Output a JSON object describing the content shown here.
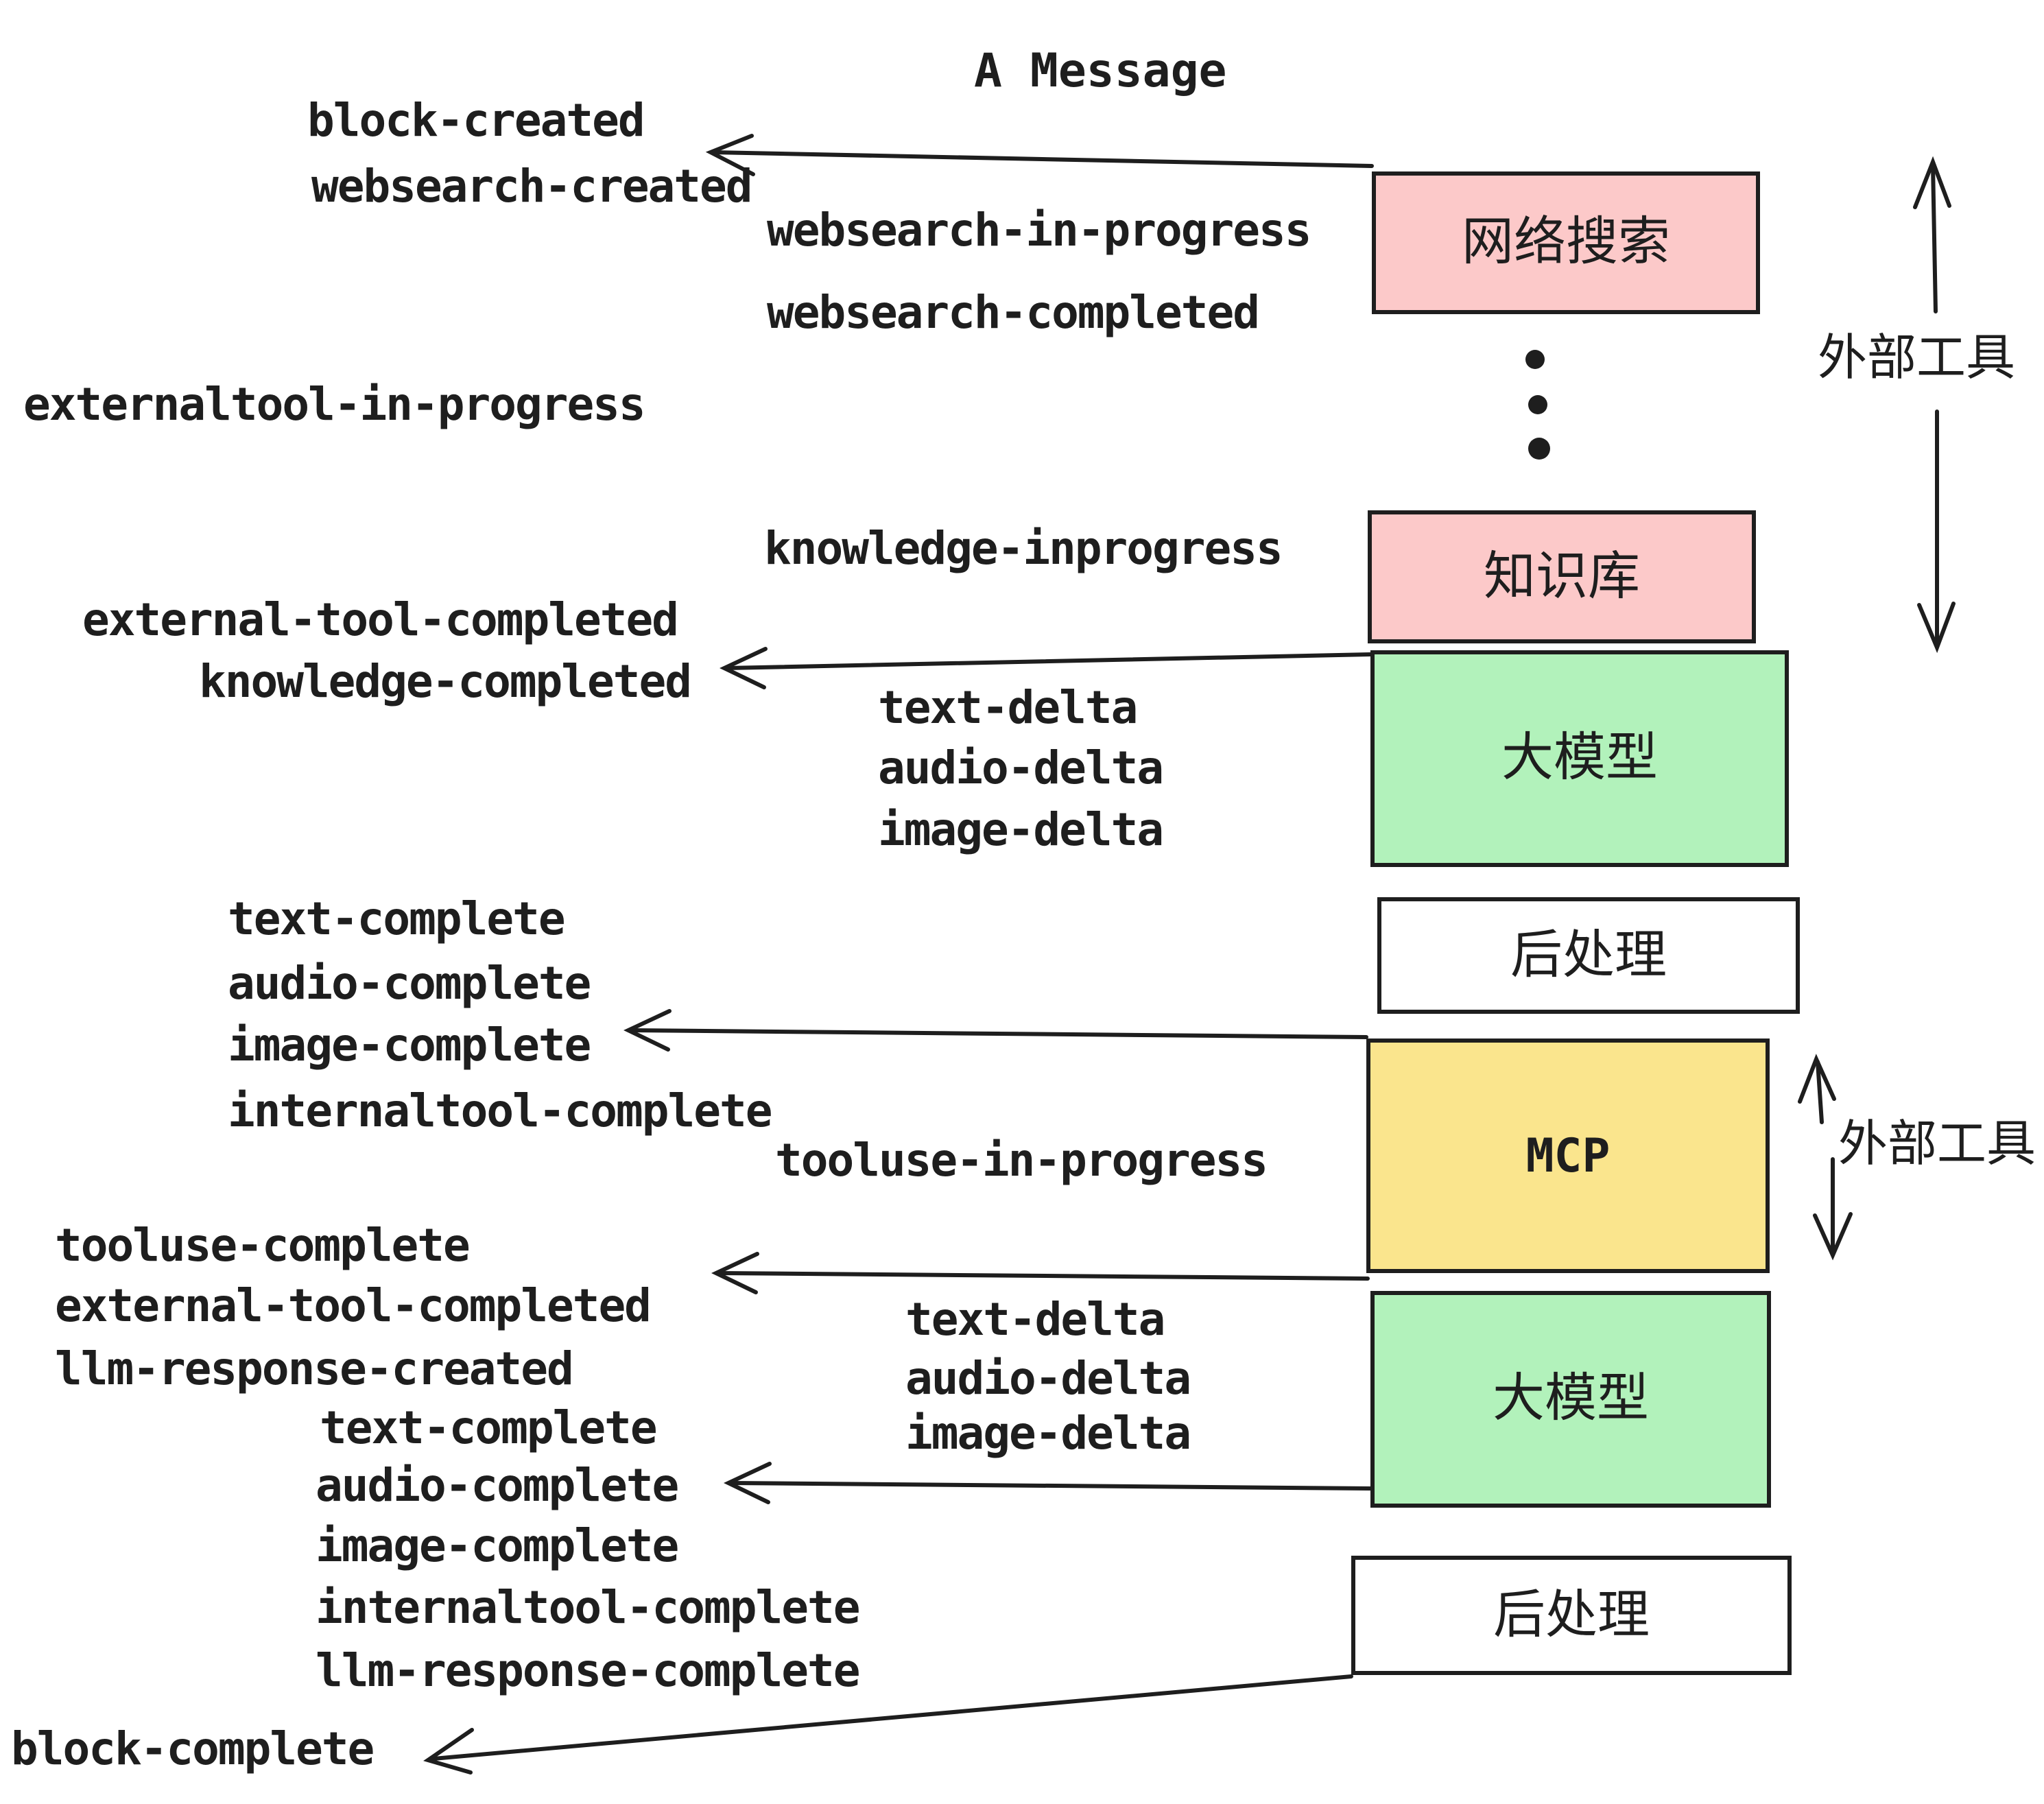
{
  "title": "A Message",
  "colors": {
    "pink": "#fcc9c9",
    "green": "#b2f2bb",
    "yellow": "#fae58d",
    "white": "#ffffff",
    "stroke": "#1e1e1e"
  },
  "boxes": {
    "websearch": {
      "label": "网络搜索",
      "color": "pink"
    },
    "knowledge": {
      "label": "知识库",
      "color": "pink"
    },
    "llm1": {
      "label": "大模型",
      "color": "green"
    },
    "post1": {
      "label": "后处理",
      "color": "white"
    },
    "mcp": {
      "label": "MCP",
      "color": "yellow"
    },
    "llm2": {
      "label": "大模型",
      "color": "green"
    },
    "post2": {
      "label": "后处理",
      "color": "white"
    }
  },
  "annotations": {
    "external_tools_upper": "外部工具",
    "external_tools_lower": "外部工具"
  },
  "events": {
    "block_created": "block-created",
    "websearch_created": "websearch-created",
    "websearch_in_progress": "websearch-in-progress",
    "websearch_completed": "websearch-completed",
    "externaltool_in_progress": "externaltool-in-progress",
    "knowledge_inprogress": "knowledge-inprogress",
    "external_tool_completed_1": "external-tool-completed",
    "knowledge_completed": "knowledge-completed",
    "text_delta_1": "text-delta",
    "audio_delta_1": "audio-delta",
    "image_delta_1": "image-delta",
    "text_complete_1": "text-complete",
    "audio_complete_1": "audio-complete",
    "image_complete_1": "image-complete",
    "internaltool_complete_1": "internaltool-complete",
    "tooluse_in_progress": "tooluse-in-progress",
    "tooluse_complete": "tooluse-complete",
    "external_tool_completed_2": "external-tool-completed",
    "llm_response_created": "llm-response-created",
    "text_complete_2": "text-complete",
    "text_delta_2": "text-delta",
    "audio_delta_2": "audio-delta",
    "image_delta_2": "image-delta",
    "audio_complete_2": "audio-complete",
    "image_complete_2": "image-complete",
    "internaltool_complete_2": "internaltool-complete",
    "llm_response_complete": "llm-response-complete",
    "block_complete": "block-complete"
  }
}
